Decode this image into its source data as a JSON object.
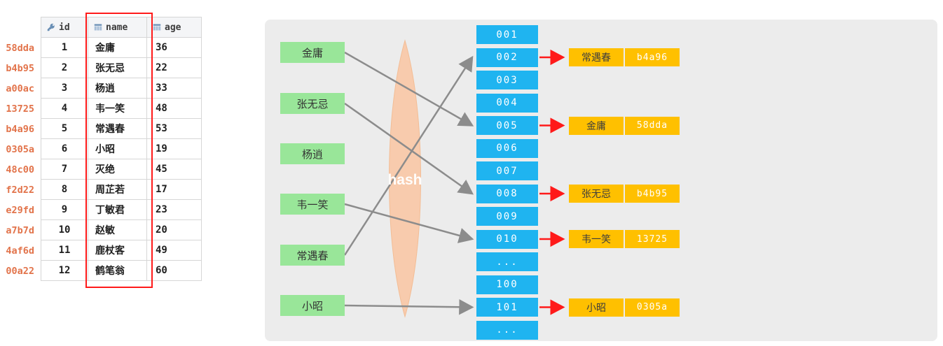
{
  "table": {
    "headers": {
      "id": "id",
      "name": "name",
      "age": "age"
    },
    "rows": [
      {
        "hash": "58dda",
        "id": "1",
        "name": "金庸",
        "age": "36"
      },
      {
        "hash": "b4b95",
        "id": "2",
        "name": "张无忌",
        "age": "22"
      },
      {
        "hash": "a00ac",
        "id": "3",
        "name": "杨逍",
        "age": "33"
      },
      {
        "hash": "13725",
        "id": "4",
        "name": "韦一笑",
        "age": "48"
      },
      {
        "hash": "b4a96",
        "id": "5",
        "name": "常遇春",
        "age": "53"
      },
      {
        "hash": "0305a",
        "id": "6",
        "name": "小昭",
        "age": "19"
      },
      {
        "hash": "48c00",
        "id": "7",
        "name": "灭绝",
        "age": "45"
      },
      {
        "hash": "f2d22",
        "id": "8",
        "name": "周芷若",
        "age": "17"
      },
      {
        "hash": "e29fd",
        "id": "9",
        "name": "丁敏君",
        "age": "23"
      },
      {
        "hash": "a7b7d",
        "id": "10",
        "name": "赵敏",
        "age": "20"
      },
      {
        "hash": "4af6d",
        "id": "11",
        "name": "鹿杖客",
        "age": "49"
      },
      {
        "hash": "00a22",
        "id": "12",
        "name": "鹤笔翁",
        "age": "60"
      }
    ]
  },
  "diagram": {
    "hash_label": "hash",
    "inputs": [
      "金庸",
      "张无忌",
      "杨逍",
      "韦一笑",
      "常遇春",
      "小昭"
    ],
    "slots": [
      "001",
      "002",
      "003",
      "004",
      "005",
      "006",
      "007",
      "008",
      "009",
      "010",
      "...",
      "100",
      "101",
      "..."
    ],
    "results": [
      {
        "slot": "002",
        "name": "常遇春",
        "hash": "b4a96"
      },
      {
        "slot": "005",
        "name": "金庸",
        "hash": "58dda"
      },
      {
        "slot": "008",
        "name": "张无忌",
        "hash": "b4b95"
      },
      {
        "slot": "010",
        "name": "韦一笑",
        "hash": "13725"
      },
      {
        "slot": "101",
        "name": "小昭",
        "hash": "0305a"
      }
    ],
    "colors": {
      "panel_bg": "#ececec",
      "input_green": "#99e699",
      "slot_blue": "#1fb4f0",
      "result_orange": "#ffc000",
      "lens_peach": "#f8cbad",
      "hash_text": "#e2734a",
      "arrow_gray": "#8c8c8c",
      "arrow_red": "#ff1a1a",
      "highlight_red": "#ff1a1a"
    }
  }
}
